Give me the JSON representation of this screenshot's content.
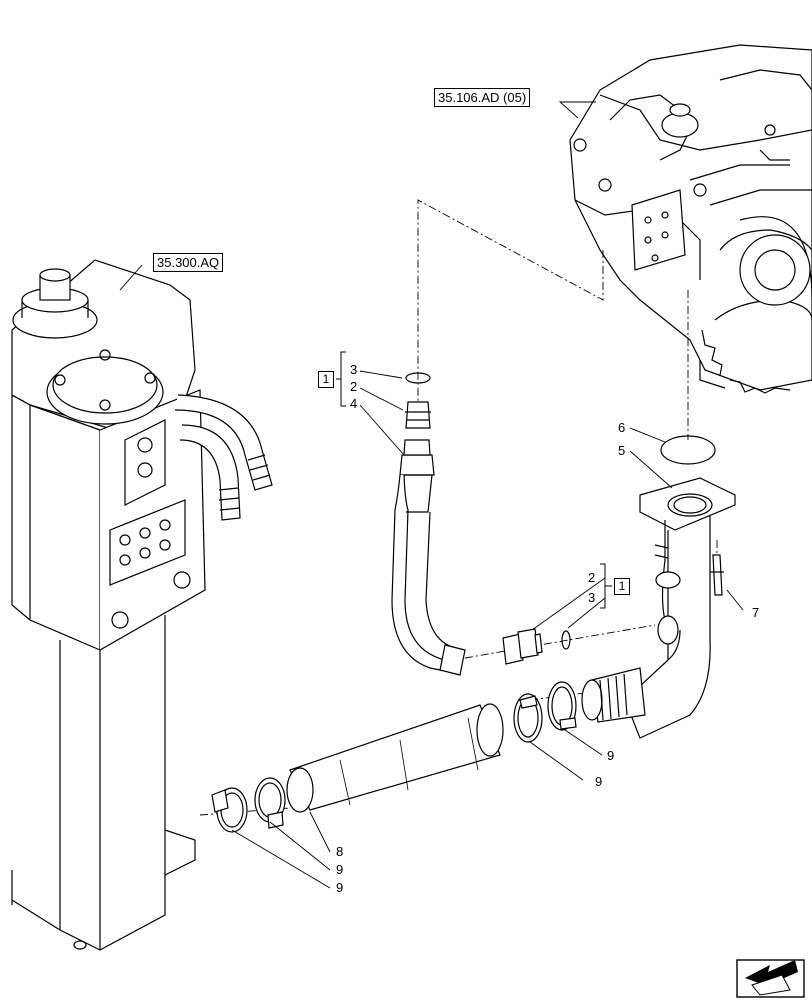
{
  "references": {
    "transmission": "35.106.AD (05)",
    "tank": "35.300.AQ"
  },
  "kit_labels": {
    "upper": "1",
    "lower": "1"
  },
  "callouts": {
    "c2_upper": "2",
    "c3_upper": "3",
    "c4": "4",
    "c2_lower": "2",
    "c3_lower": "3",
    "c5": "5",
    "c6": "6",
    "c7": "7",
    "c8": "8",
    "c9_a": "9",
    "c9_b": "9",
    "c9_c": "9",
    "c9_d": "9"
  },
  "icons": {
    "corner": "view-direction-arrow-icon"
  },
  "colors": {
    "line": "#000000",
    "background": "#ffffff",
    "shade": "#dcdcdc"
  }
}
